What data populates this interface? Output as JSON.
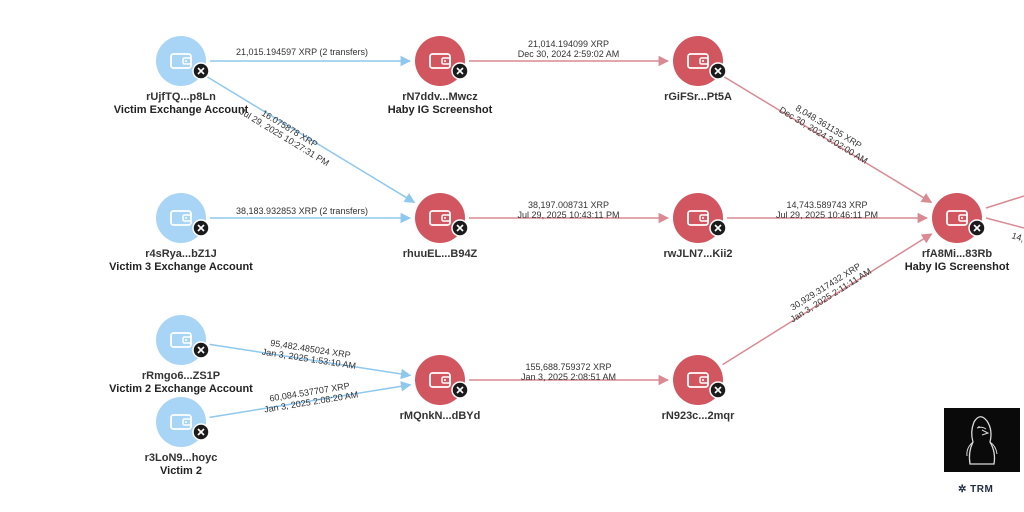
{
  "colors": {
    "victim_node": "#a8d4f5",
    "victim_edge": "#8ec8ee",
    "suspect_node": "#d2565f",
    "suspect_edge": "#d98a92",
    "badge": "#1b1b1b"
  },
  "nodes": [
    {
      "id": "n1",
      "kind": "victim",
      "label": "rUjfTQ...p8Ln",
      "sublabel": "Victim Exchange Account",
      "icon": "wallet-icon"
    },
    {
      "id": "n2",
      "kind": "victim",
      "label": "r4sRya...bZ1J",
      "sublabel": "Victim 3 Exchange Account",
      "icon": "wallet-icon"
    },
    {
      "id": "n3",
      "kind": "victim",
      "label": "rRmgo6...ZS1P",
      "sublabel": "Victim 2 Exchange Account",
      "icon": "wallet-icon"
    },
    {
      "id": "n4",
      "kind": "victim",
      "label": "r3LoN9...hoyc",
      "sublabel": "Victim 2",
      "icon": "wallet-icon"
    },
    {
      "id": "n5",
      "kind": "suspect",
      "label": "rN7ddv...Mwcz",
      "sublabel": "Haby IG Screenshot",
      "icon": "wallet-icon"
    },
    {
      "id": "n6",
      "kind": "suspect",
      "label": "rhuuEL...B94Z",
      "sublabel": "",
      "icon": "wallet-icon"
    },
    {
      "id": "n7",
      "kind": "suspect",
      "label": "rMQnkN...dBYd",
      "sublabel": "",
      "icon": "wallet-icon"
    },
    {
      "id": "n8",
      "kind": "suspect",
      "label": "rGiFSr...Pt5A",
      "sublabel": "",
      "icon": "wallet-icon"
    },
    {
      "id": "n9",
      "kind": "suspect",
      "label": "rwJLN7...Kii2",
      "sublabel": "",
      "icon": "wallet-icon"
    },
    {
      "id": "n10",
      "kind": "suspect",
      "label": "rN923c...2mqr",
      "sublabel": "",
      "icon": "wallet-icon"
    },
    {
      "id": "n11",
      "kind": "suspect",
      "label": "rfA8Mi...83Rb",
      "sublabel": "Haby IG Screenshot",
      "icon": "wallet-icon"
    }
  ],
  "edges": [
    {
      "from": "n1",
      "to": "n5",
      "kind": "victim",
      "amount": "21,015.194597 XRP (2 transfers)",
      "date": ""
    },
    {
      "from": "n1",
      "to": "n6",
      "kind": "victim",
      "amount": "16.075878 XRP",
      "date": "Jul 29, 2025 10:27:31 PM"
    },
    {
      "from": "n2",
      "to": "n6",
      "kind": "victim",
      "amount": "38,183.932853 XRP (2 transfers)",
      "date": ""
    },
    {
      "from": "n3",
      "to": "n7",
      "kind": "victim",
      "amount": "95,482.485024 XRP",
      "date": "Jan 3, 2025 1:53:10 AM"
    },
    {
      "from": "n4",
      "to": "n7",
      "kind": "victim",
      "amount": "60,084.537707 XRP",
      "date": "Jan 3, 2025 2:08:20 AM"
    },
    {
      "from": "n5",
      "to": "n8",
      "kind": "suspect",
      "amount": "21,014.194099 XRP",
      "date": "Dec 30, 2024 2:59:02 AM"
    },
    {
      "from": "n6",
      "to": "n9",
      "kind": "suspect",
      "amount": "38,197.008731 XRP",
      "date": "Jul 29, 2025 10:43:11 PM"
    },
    {
      "from": "n7",
      "to": "n10",
      "kind": "suspect",
      "amount": "155,688.759372 XRP",
      "date": "Jan 3, 2025 2:08:51 AM"
    },
    {
      "from": "n8",
      "to": "n11",
      "kind": "suspect",
      "amount": "8,048.361135 XRP",
      "date": "Dec 30, 2024 3:02:00 AM"
    },
    {
      "from": "n9",
      "to": "n11",
      "kind": "suspect",
      "amount": "14,743.589743 XRP",
      "date": "Jul 29, 2025 10:46:11 PM"
    },
    {
      "from": "n10",
      "to": "n11",
      "kind": "suspect",
      "amount": "30,929.317432 XRP",
      "date": "Jan 3, 2025 2:11:11 AM"
    }
  ],
  "partial_edge_text": "14,",
  "brand": {
    "name": "✲ TRM",
    "logo_icon": "penguin-logo-icon"
  }
}
